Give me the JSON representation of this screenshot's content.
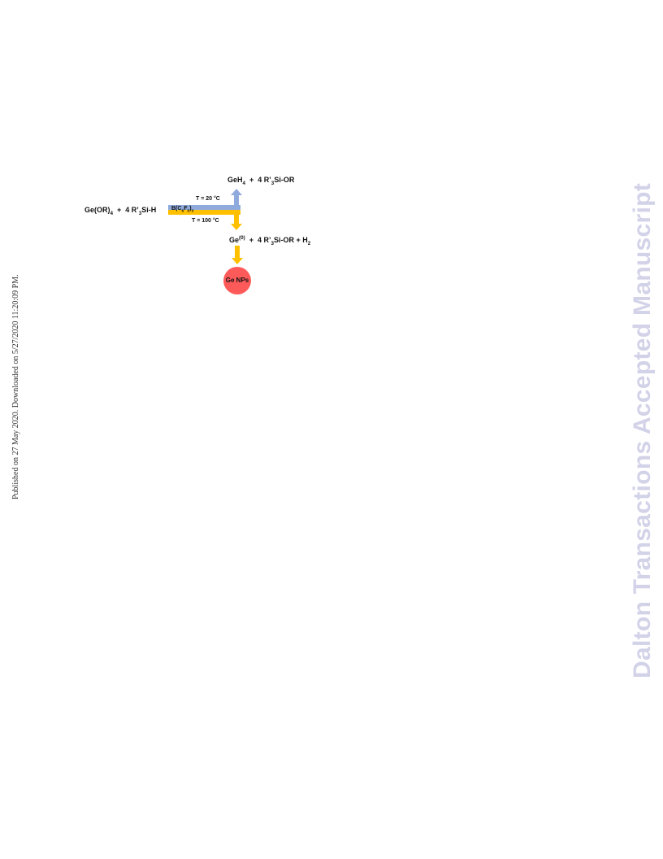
{
  "side_note": "Published on 27 May 2020. Downloaded on 5/27/2020 11:20:09 PM.",
  "watermark": "Dalton Transactions Accepted Manuscript",
  "scheme": {
    "reactant": {
      "main": "Ge(OR)",
      "sub1": "4",
      "mid": "  +  4 R’",
      "sub2": "3",
      "end": "Si-H"
    },
    "catalyst": {
      "a": "B(C",
      "s1": "6",
      "b": "F",
      "s2": "5",
      "c": ")",
      "s3": "3"
    },
    "product_top": {
      "a": "GeH",
      "s1": "4",
      "b": "  +  4 R’",
      "s2": "3",
      "c": "Si-OR"
    },
    "cond_top": "T = 20 °C",
    "cond_bottom": "T = 100 °C",
    "product_bottom": {
      "a": "Ge",
      "sup": "(0)",
      "b": "  +  4 R’",
      "s1": "3",
      "c": "Si-OR + H",
      "s2": "2"
    },
    "nps_label": "Ge NPs",
    "colors": {
      "blue_arrow": "#8faadc",
      "yellow_arrow": "#ffc000",
      "nps_circle": "#ff5a5a"
    }
  }
}
